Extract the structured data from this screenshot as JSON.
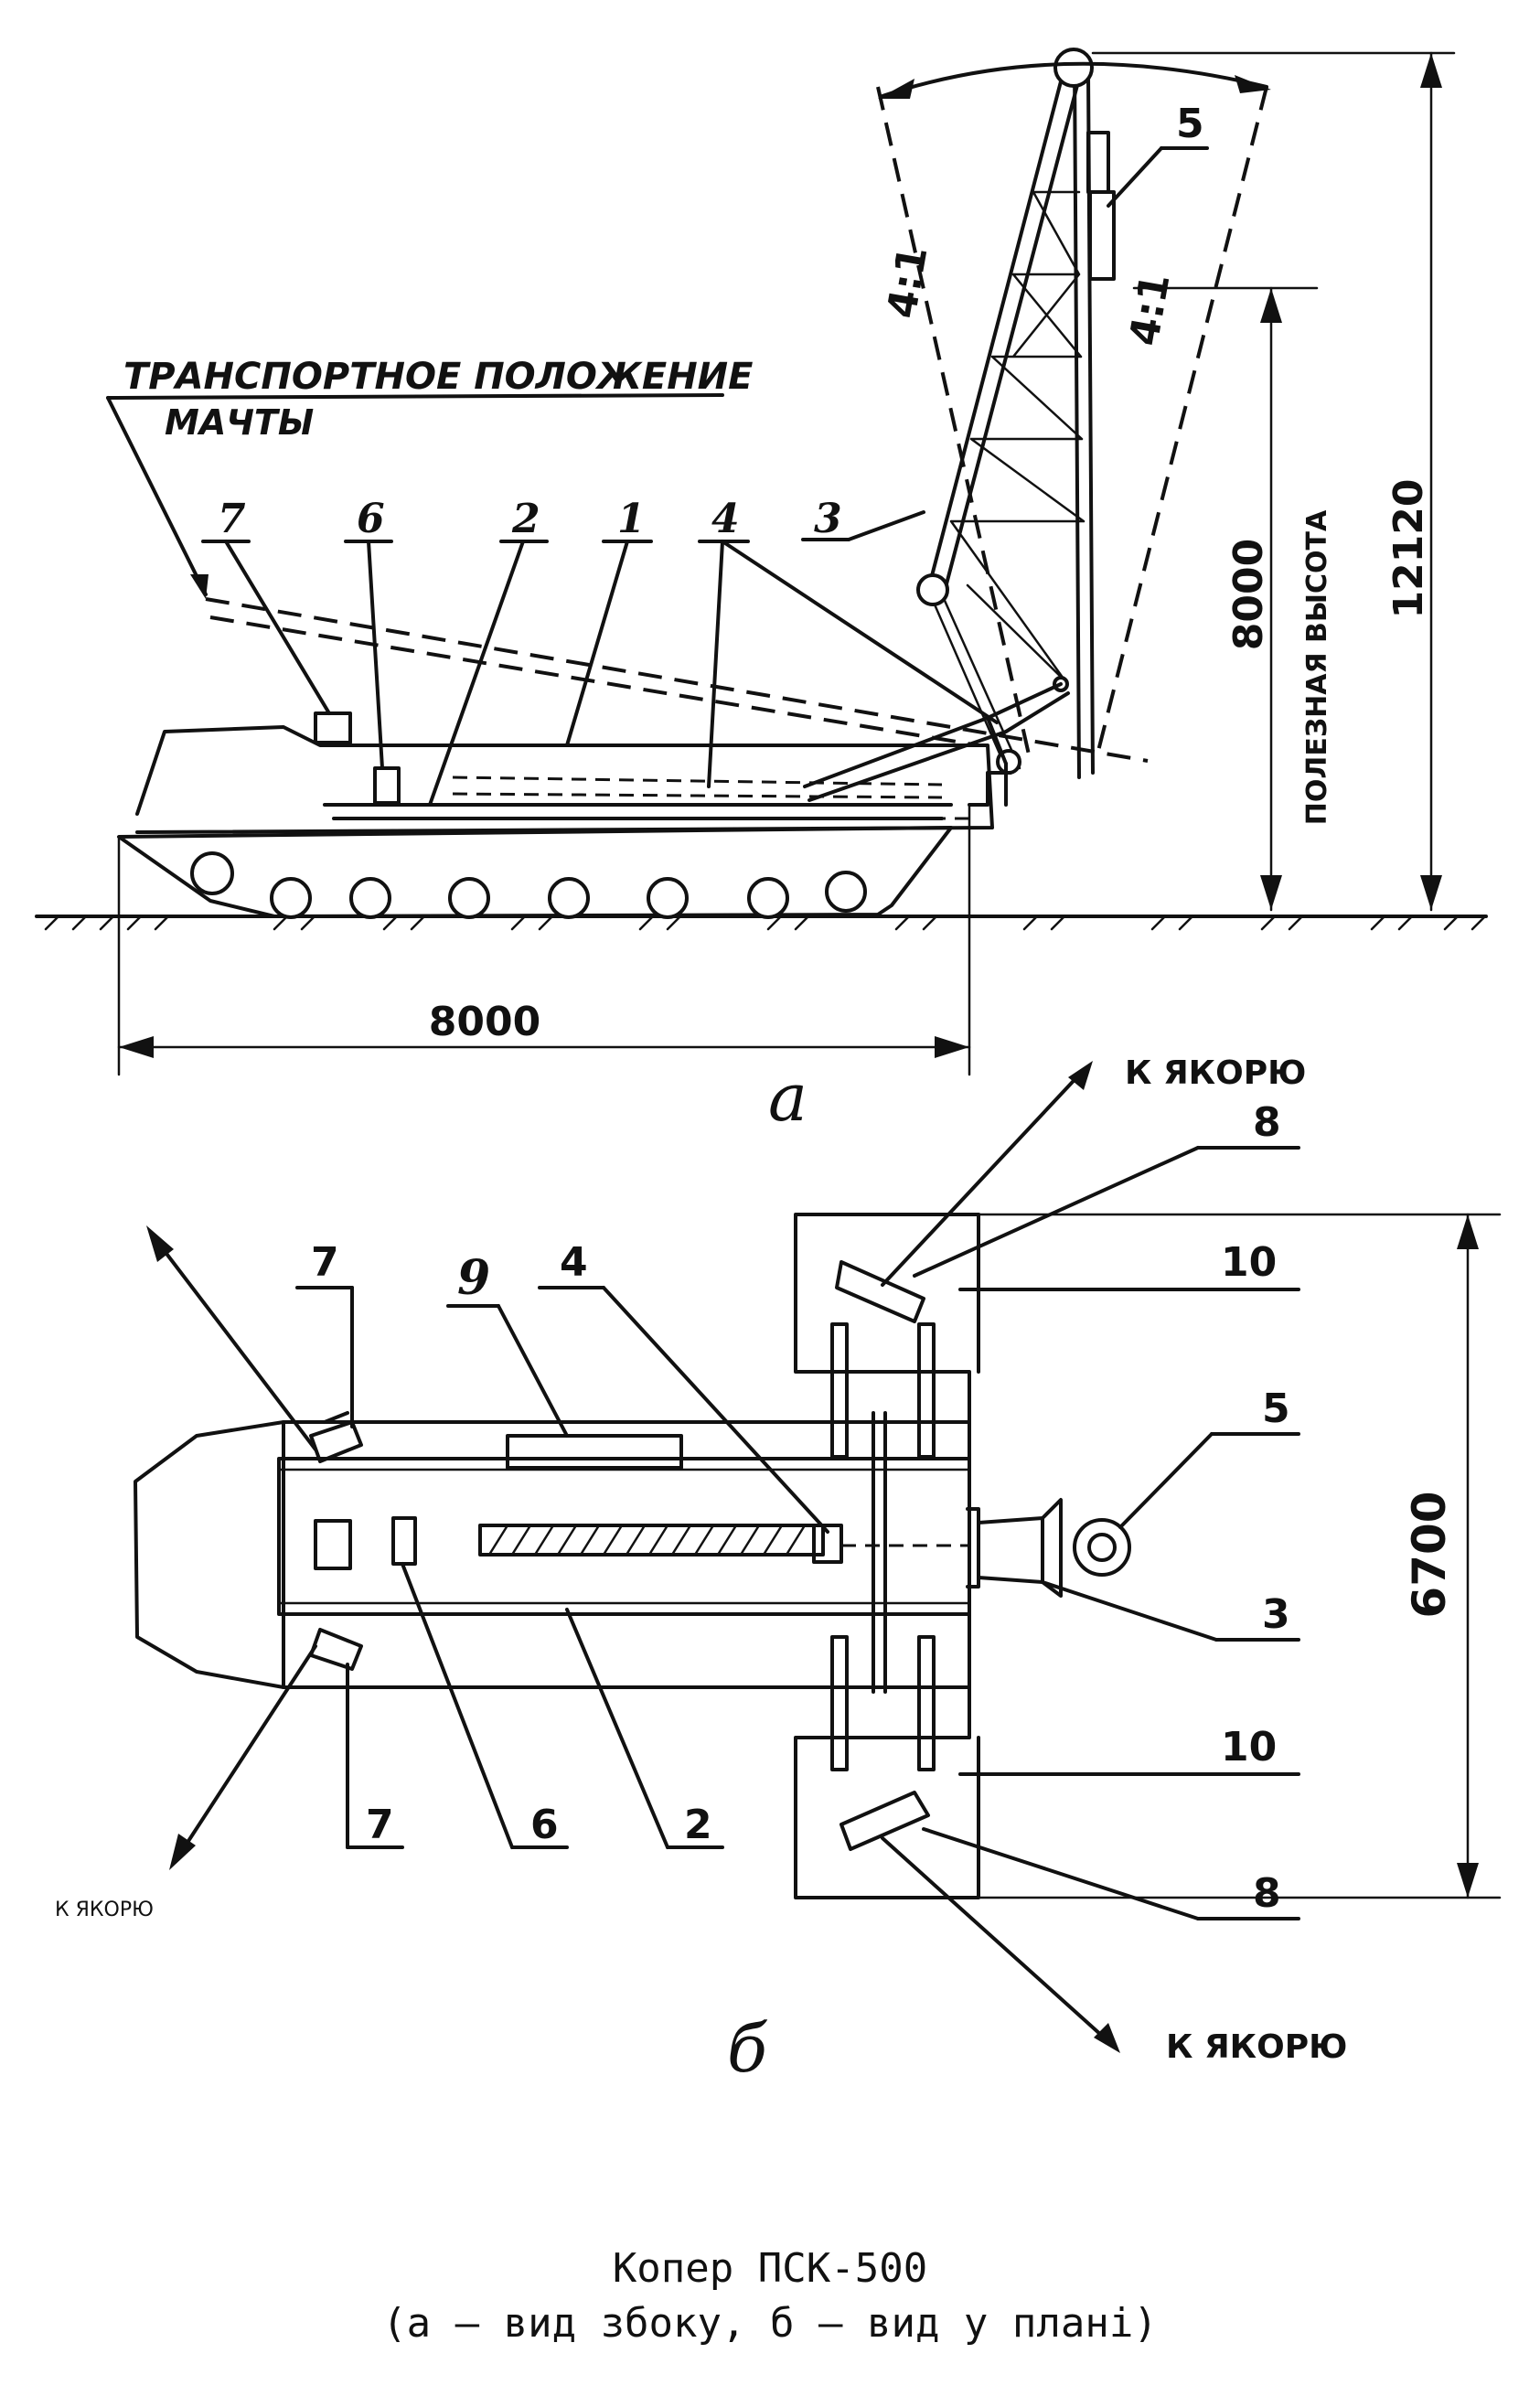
{
  "view_a": {
    "transport_label_line1": "ТРАНСПОРТНОЕ ПОЛОЖЕНИЕ",
    "transport_label_line2": "МАЧТЫ",
    "callouts": [
      "7",
      "6",
      "2",
      "1",
      "4",
      "3",
      "5"
    ],
    "slope_left": "4:1",
    "slope_right": "4:1",
    "dim_length": "8000",
    "dim_useful_height": "8000",
    "useful_height_label": "ПОЛЕЗНАЯ ВЫСОТА",
    "dim_total_height": "12120",
    "view_letter": "a"
  },
  "view_b": {
    "to_anchor_top": "К ЯКОРЮ",
    "to_anchor_bottom": "К ЯКОРЮ",
    "to_anchor_left": "К ЯКОРЮ",
    "callouts": [
      "7",
      "9",
      "4",
      "8",
      "10",
      "5",
      "3",
      "10",
      "8",
      "7",
      "6",
      "2"
    ],
    "dim_width": "6700",
    "view_letter": "б"
  },
  "caption": {
    "line1": "Копер ПСК-500",
    "line2": "(а – вид збоку, б – вид у плані)"
  }
}
